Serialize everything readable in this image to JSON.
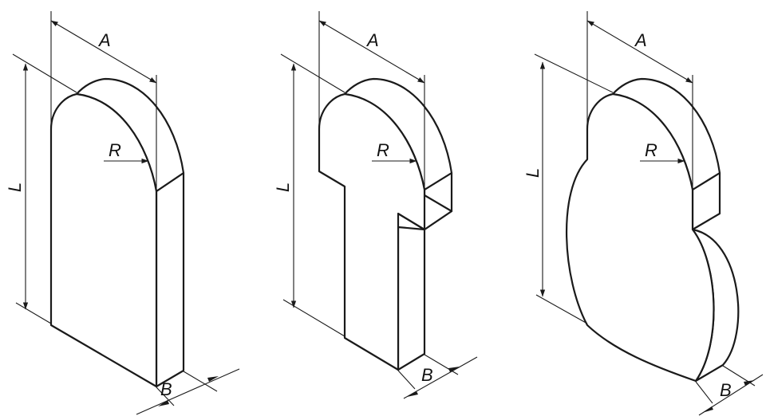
{
  "figures": [
    {
      "id": "shape-1",
      "labels": {
        "width": "A",
        "length": "L",
        "radius": "R",
        "thickness": "B"
      }
    },
    {
      "id": "shape-2",
      "labels": {
        "width": "A",
        "length": "L",
        "radius": "R",
        "thickness": "B"
      }
    },
    {
      "id": "shape-3",
      "labels": {
        "width": "A",
        "length": "L",
        "radius": "R",
        "thickness": "B"
      }
    }
  ],
  "colors": {
    "line": "#1a1a1a",
    "background": "#ffffff"
  }
}
